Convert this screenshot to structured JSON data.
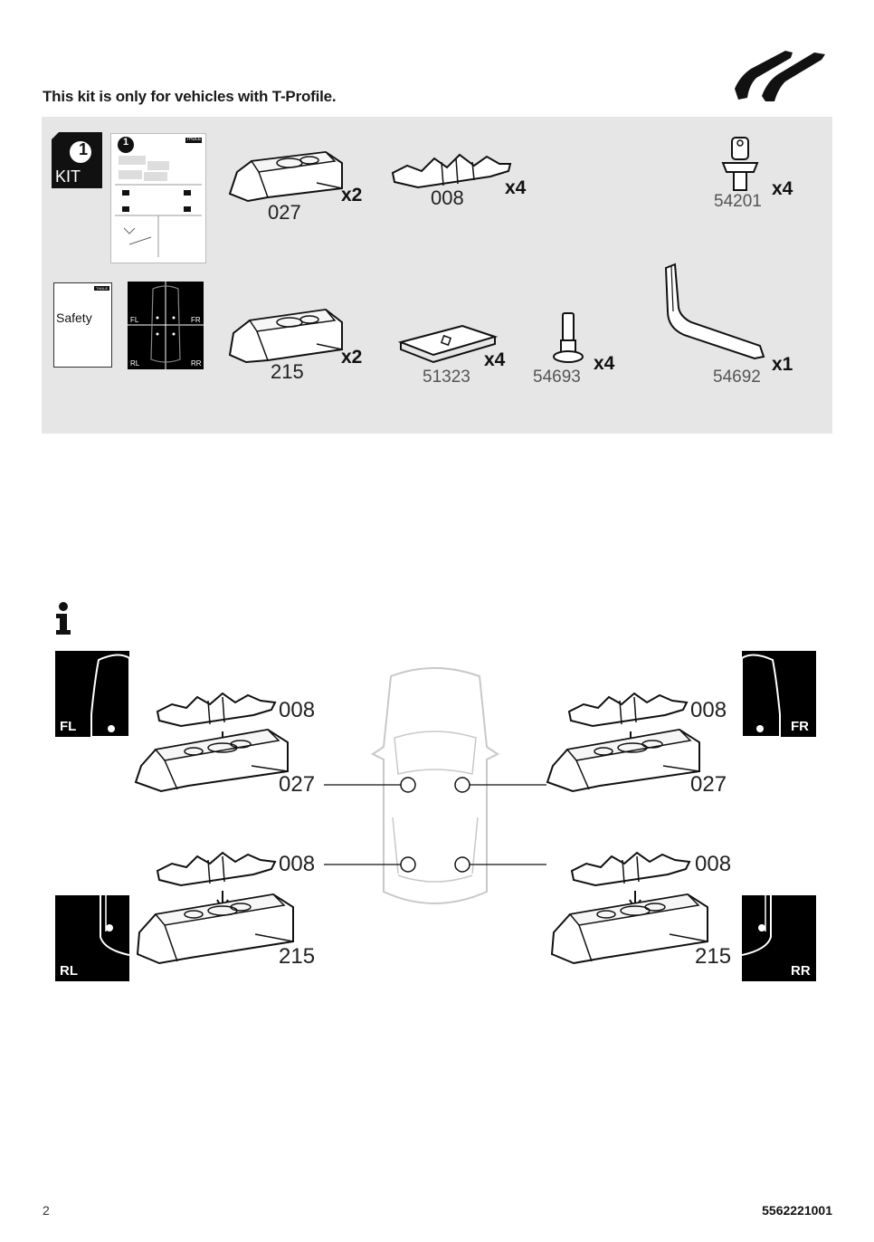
{
  "header": {
    "note": "This kit is only for vehicles with T-Profile."
  },
  "kit": {
    "badge_number": "1",
    "badge_label": "KIT",
    "booklet_number": "1",
    "booklet_brand": "THULE",
    "safety_label": "Safety",
    "safety_brand": "THULE",
    "positions": {
      "fl": "FL",
      "fr": "FR",
      "rl": "RL",
      "rr": "RR"
    }
  },
  "parts": [
    {
      "number": "027",
      "qty": "x2"
    },
    {
      "number": "008",
      "qty": "x4"
    },
    {
      "number": "54201",
      "qty": "x4"
    },
    {
      "number": "215",
      "qty": "x2"
    },
    {
      "number": "51323",
      "qty": "x4"
    },
    {
      "number": "54693",
      "qty": "x4"
    },
    {
      "number": "54692",
      "qty": "x1"
    }
  ],
  "diagram": {
    "info_icon": "info-icon",
    "fl": {
      "label": "FL",
      "pad": "008",
      "foot": "027"
    },
    "fr": {
      "label": "FR",
      "pad": "008",
      "foot": "027"
    },
    "rl": {
      "label": "RL",
      "pad": "008",
      "foot": "215"
    },
    "rr": {
      "label": "RR",
      "pad": "008",
      "foot": "215"
    }
  },
  "footer": {
    "page_number": "2",
    "doc_number": "5562221001"
  }
}
